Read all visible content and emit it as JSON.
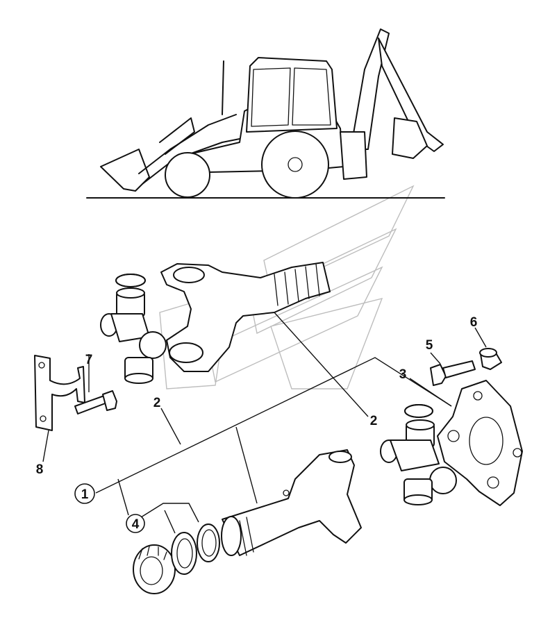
{
  "diagram": {
    "callouts": [
      {
        "id": "c1",
        "label": "1",
        "circled": true
      },
      {
        "id": "c2a",
        "label": "2",
        "circled": false
      },
      {
        "id": "c2b",
        "label": "2",
        "circled": false
      },
      {
        "id": "c3",
        "label": "3",
        "circled": false
      },
      {
        "id": "c4",
        "label": "4",
        "circled": true
      },
      {
        "id": "c5",
        "label": "5",
        "circled": false
      },
      {
        "id": "c6",
        "label": "6",
        "circled": false
      },
      {
        "id": "c7",
        "label": "7",
        "circled": false
      },
      {
        "id": "c8",
        "label": "8",
        "circled": false
      }
    ]
  }
}
